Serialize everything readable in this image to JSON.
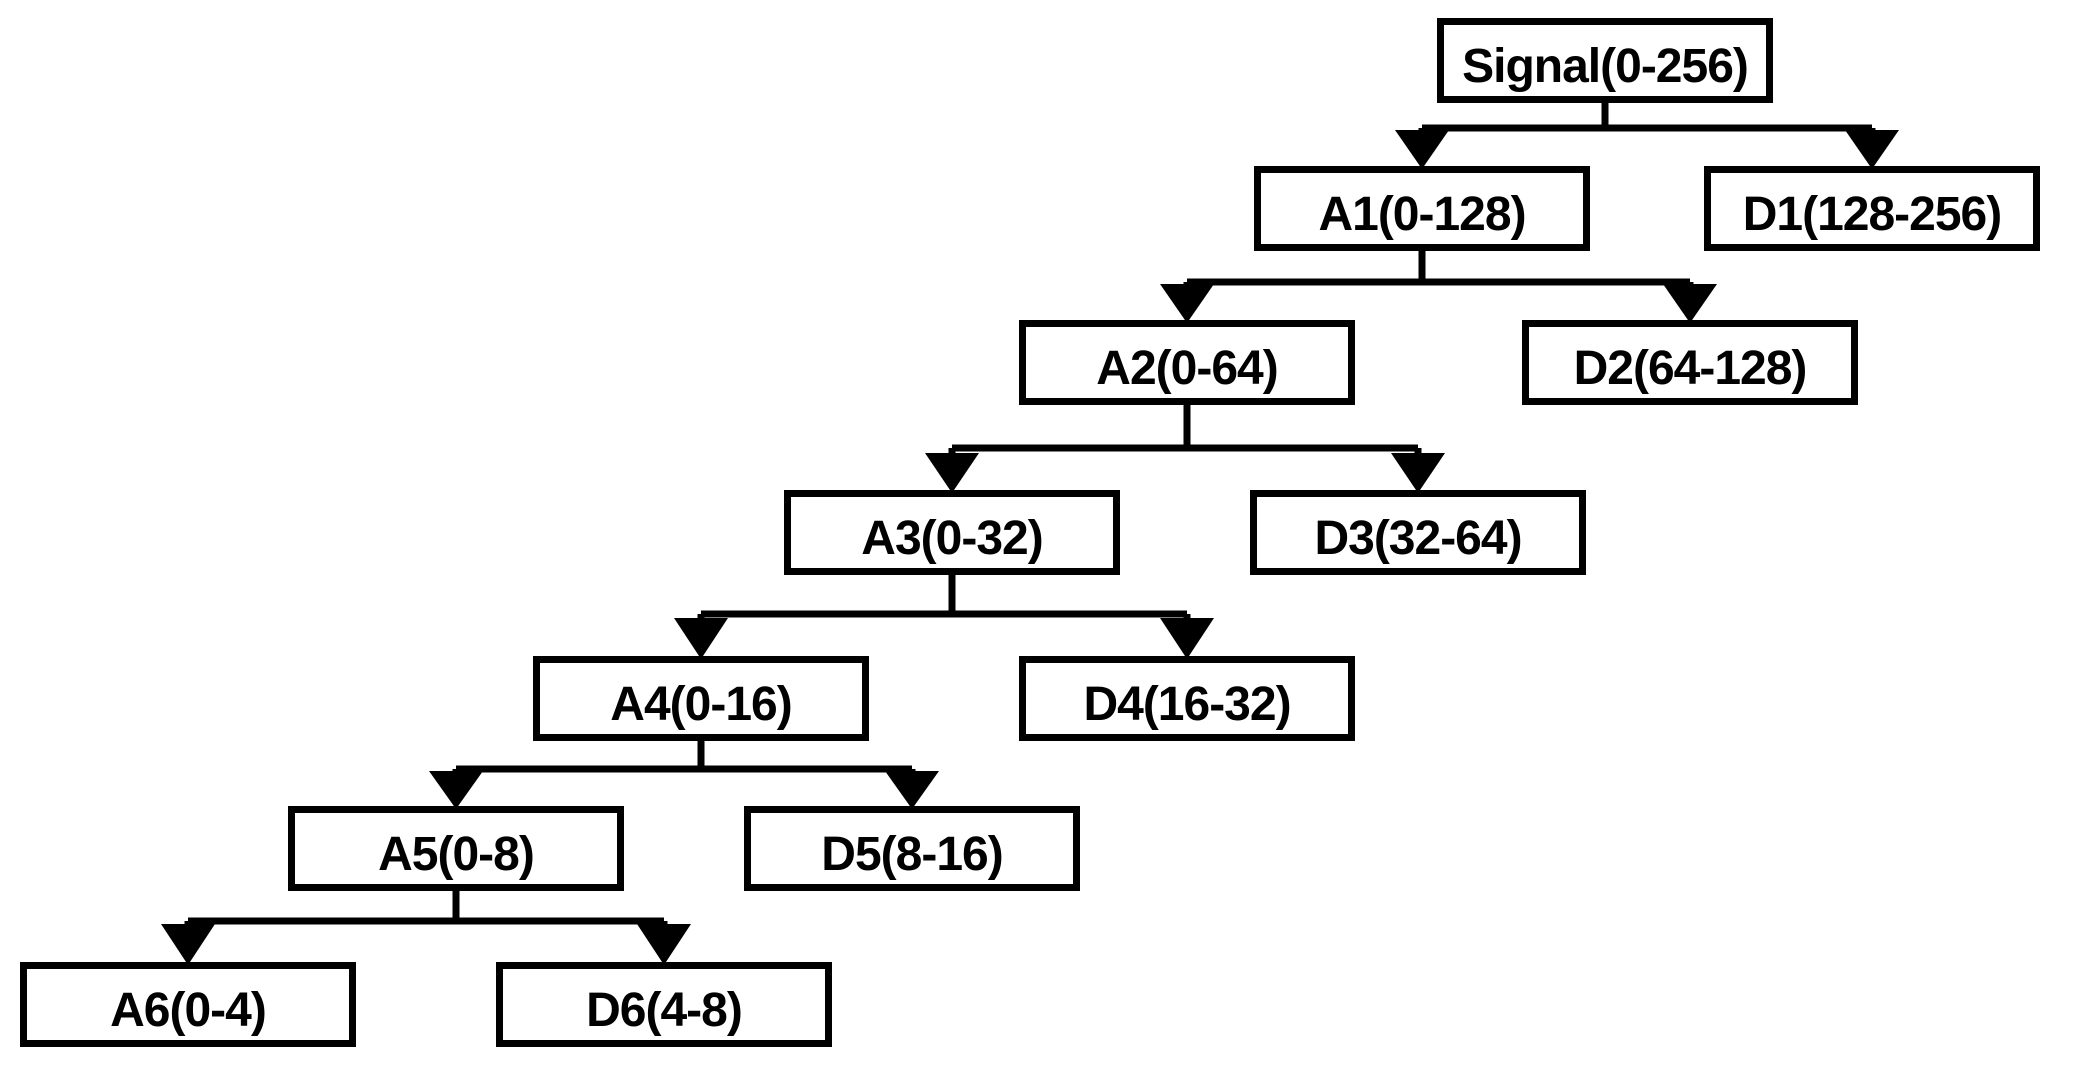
{
  "diagram": {
    "type": "tree",
    "description": "binary decomposition tree of a signal into approximation (A) and detail (D) frequency bands",
    "colors": {
      "background": "#ffffff",
      "line": "#000000",
      "text": "#000000",
      "box_fill": "#ffffff"
    },
    "nodes": [
      {
        "id": "signal",
        "label": "Signal(0-256)"
      },
      {
        "id": "a1",
        "label": "A1(0-128)"
      },
      {
        "id": "d1",
        "label": "D1(128-256)"
      },
      {
        "id": "a2",
        "label": "A2(0-64)"
      },
      {
        "id": "d2",
        "label": "D2(64-128)"
      },
      {
        "id": "a3",
        "label": "A3(0-32)"
      },
      {
        "id": "d3",
        "label": "D3(32-64)"
      },
      {
        "id": "a4",
        "label": "A4(0-16)"
      },
      {
        "id": "d4",
        "label": "D4(16-32)"
      },
      {
        "id": "a5",
        "label": "A5(0-8)"
      },
      {
        "id": "d5",
        "label": "D5(8-16)"
      },
      {
        "id": "a6",
        "label": "A6(0-4)"
      },
      {
        "id": "d6",
        "label": "D6(4-8)"
      }
    ],
    "edges": [
      {
        "parent": "signal",
        "children": [
          "a1",
          "d1"
        ]
      },
      {
        "parent": "a1",
        "children": [
          "a2",
          "d2"
        ]
      },
      {
        "parent": "a2",
        "children": [
          "a3",
          "d3"
        ]
      },
      {
        "parent": "a3",
        "children": [
          "a4",
          "d4"
        ]
      },
      {
        "parent": "a4",
        "children": [
          "a5",
          "d5"
        ]
      },
      {
        "parent": "a5",
        "children": [
          "a6",
          "d6"
        ]
      }
    ]
  }
}
